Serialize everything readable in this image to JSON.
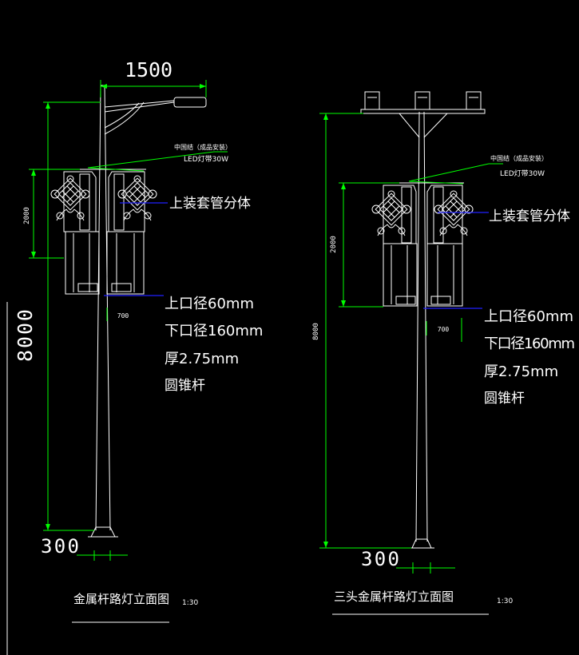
{
  "drawing_1": {
    "dim_width": "1500",
    "dim_section_height": "2000",
    "dim_pole_height": "8000",
    "dim_offset": "700",
    "dim_base": "300",
    "note_line1": "中国结（成品安装）",
    "note_line2": "LED灯带30W",
    "label_upper_split": "上装套管分体",
    "spec_top_diameter": "上口径60mm",
    "spec_bottom_diameter": "下口径160mm",
    "spec_thickness": "厚2.75mm",
    "spec_type": "圆锥杆",
    "title": "金属杆路灯立面图",
    "scale": "1:30"
  },
  "drawing_2": {
    "dim_section_height": "2000",
    "dim_pole_height": "8000",
    "dim_offset": "700",
    "dim_base": "300",
    "note_line1": "中国结（成品安装）",
    "note_line2": "LED灯带30W",
    "label_upper_split": "上装套管分体",
    "spec_top_diameter": "上口径60mm",
    "spec_bottom_diameter": "下口径160mm",
    "spec_thickness": "厚2.75mm",
    "spec_type": "圆锥杆",
    "title": "三头金属杆路灯立面图",
    "scale": "1:30"
  },
  "colors": {
    "background": "#000000",
    "linework": "#ffffff",
    "dimensions": "#00ff00",
    "leaders": "#2020ff"
  }
}
